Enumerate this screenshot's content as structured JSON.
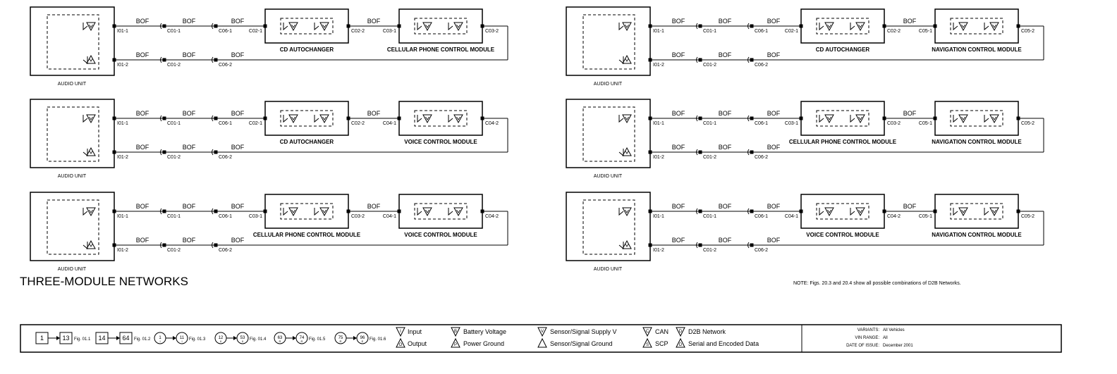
{
  "diagram_title": "THREE-MODULE NETWORKS",
  "note": "NOTE: Figs. 20.3 and 20.4 show all possible combinations of D2B Networks.",
  "bof_label": "BOF",
  "audio_unit_label": "AUDIO UNIT",
  "networks": [
    {
      "module1": "CD AUTOCHANGER",
      "module2": "CELLULAR PHONE CONTROL MODULE",
      "pins": [
        "I01-1",
        "C01-1",
        "C06-1",
        "C02-1",
        "C02-2",
        "C03-1",
        "C03-2",
        "I01-2",
        "C01-2",
        "C06-2"
      ]
    },
    {
      "module1": "CD AUTOCHANGER",
      "module2": "VOICE CONTROL MODULE",
      "pins": [
        "I01-1",
        "C01-1",
        "C06-1",
        "C02-1",
        "C02-2",
        "C04-1",
        "C04-2",
        "I01-2",
        "C01-2",
        "C06-2"
      ]
    },
    {
      "module1": "CELLULAR PHONE CONTROL MODULE",
      "module2": "VOICE CONTROL MODULE",
      "pins": [
        "I01-1",
        "C01-1",
        "C06-1",
        "C03-1",
        "C03-2",
        "C04-1",
        "C04-2",
        "I01-2",
        "C01-2",
        "C06-2"
      ]
    },
    {
      "module1": "CD AUTOCHANGER",
      "module2": "NAVIGATION CONTROL MODULE",
      "pins": [
        "I01-1",
        "C01-1",
        "C06-1",
        "C02-1",
        "C02-2",
        "C05-1",
        "C05-2",
        "I01-2",
        "C01-2",
        "C06-2"
      ]
    },
    {
      "module1": "CELLULAR PHONE CONTROL MODULE",
      "module2": "NAVIGATION CONTROL MODULE",
      "pins": [
        "I01-1",
        "C01-1",
        "C06-1",
        "C03-1",
        "C03-2",
        "C05-1",
        "C05-2",
        "I01-2",
        "C01-2",
        "C06-2"
      ]
    },
    {
      "module1": "VOICE CONTROL MODULE",
      "module2": "NAVIGATION CONTROL MODULE",
      "pins": [
        "I01-1",
        "C01-1",
        "C06-1",
        "C04-1",
        "C04-2",
        "C05-1",
        "C05-2",
        "I01-2",
        "C01-2",
        "C06-2"
      ]
    }
  ],
  "legend": {
    "refs": [
      {
        "from": "1",
        "to": "13",
        "fig": "Fig. 01.1"
      },
      {
        "from": "14",
        "to": "64",
        "fig": "Fig. 01.2"
      },
      {
        "from": "1",
        "to": "11",
        "fig": "Fig. 01.3",
        "subs": [
          "I",
          "I"
        ]
      },
      {
        "from": "12",
        "to": "53",
        "fig": "Fig. 01.4",
        "subs": [
          "II",
          "II"
        ]
      },
      {
        "from": "63",
        "to": "74",
        "fig": "Fig. 01.5",
        "subs": [
          "R",
          "R"
        ]
      },
      {
        "from": "75",
        "to": "96",
        "fig": "Fig. 01.6",
        "subs": [
          "R",
          "E"
        ]
      }
    ],
    "input": "Input",
    "output": "Output",
    "battery": "Battery Voltage",
    "power_ground": "Power Ground",
    "sensor_supply": "Sensor/Signal Supply V",
    "sensor_ground": "Sensor/Signal Ground",
    "can": "CAN",
    "scp": "SCP",
    "d2b": "D2B Network",
    "serial": "Serial and Encoded Data"
  },
  "info": {
    "variants_label": "VARIANTS:",
    "variants_value": "All Vehicles",
    "vin_label": "VIN RANGE:",
    "vin_value": "All",
    "date_label": "DATE OF ISSUE:",
    "date_value": "December 2001"
  }
}
